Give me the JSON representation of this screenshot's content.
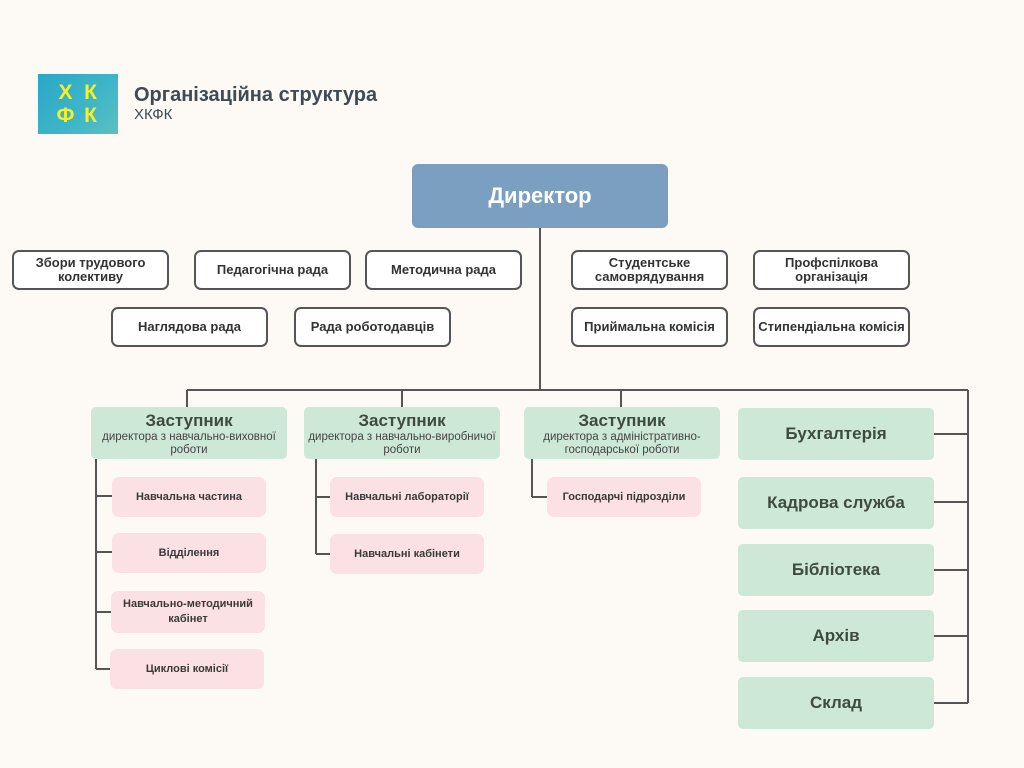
{
  "header": {
    "logo_letters": [
      "Х",
      "К",
      "Ф",
      "К"
    ],
    "title": "Організаційна структура",
    "subtitle": "ХКФК"
  },
  "director": "Директор",
  "councils": [
    "Збори трудового колективу",
    "Педагогічна рада",
    "Методична рада",
    "Студентське самоврядування",
    "Профспілкова організація",
    "Наглядова рада",
    "Рада роботодавців",
    "Приймальна комісія",
    "Стипендіальна комісія"
  ],
  "deputies": [
    {
      "title": "Заступник",
      "role": "директора з навчально-виховної роботи",
      "units": [
        "Навчальна частина",
        "Відділення",
        "Навчально-методичний кабінет",
        "Циклові комісії"
      ]
    },
    {
      "title": "Заступник",
      "role": "директора з навчально-виробничої роботи",
      "units": [
        "Навчальні лабораторії",
        "Навчальні кабінети"
      ]
    },
    {
      "title": "Заступник",
      "role": "директора з адміністративно-господарської роботи",
      "units": [
        "Господарчі підрозділи"
      ]
    }
  ],
  "services": [
    "Бухгалтерія",
    "Кадрова служба",
    "Бібліотека",
    "Архів",
    "Склад"
  ],
  "colors": {
    "background": "#fdf9f4",
    "director": "#7a9fc0",
    "green_box": "#cde8d7",
    "pink_box": "#fbe0e4",
    "line": "#555555"
  }
}
